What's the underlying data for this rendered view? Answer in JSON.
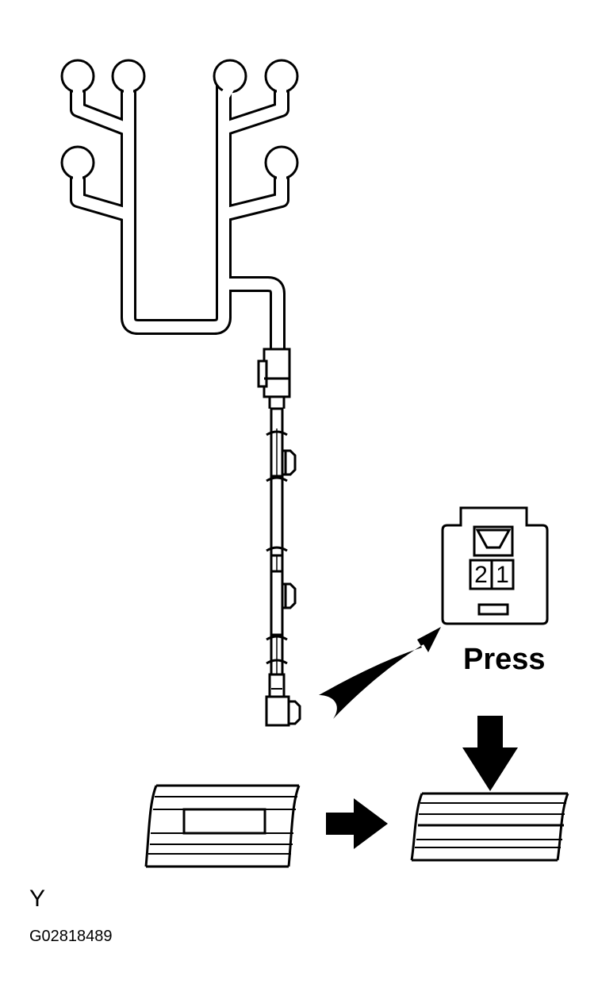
{
  "labels": {
    "press": "Press",
    "view": "Y",
    "figure_code": "G02818489"
  },
  "connector": {
    "pins": [
      "2",
      "1"
    ]
  },
  "colors": {
    "ink": "#000000",
    "paper": "#ffffff"
  }
}
